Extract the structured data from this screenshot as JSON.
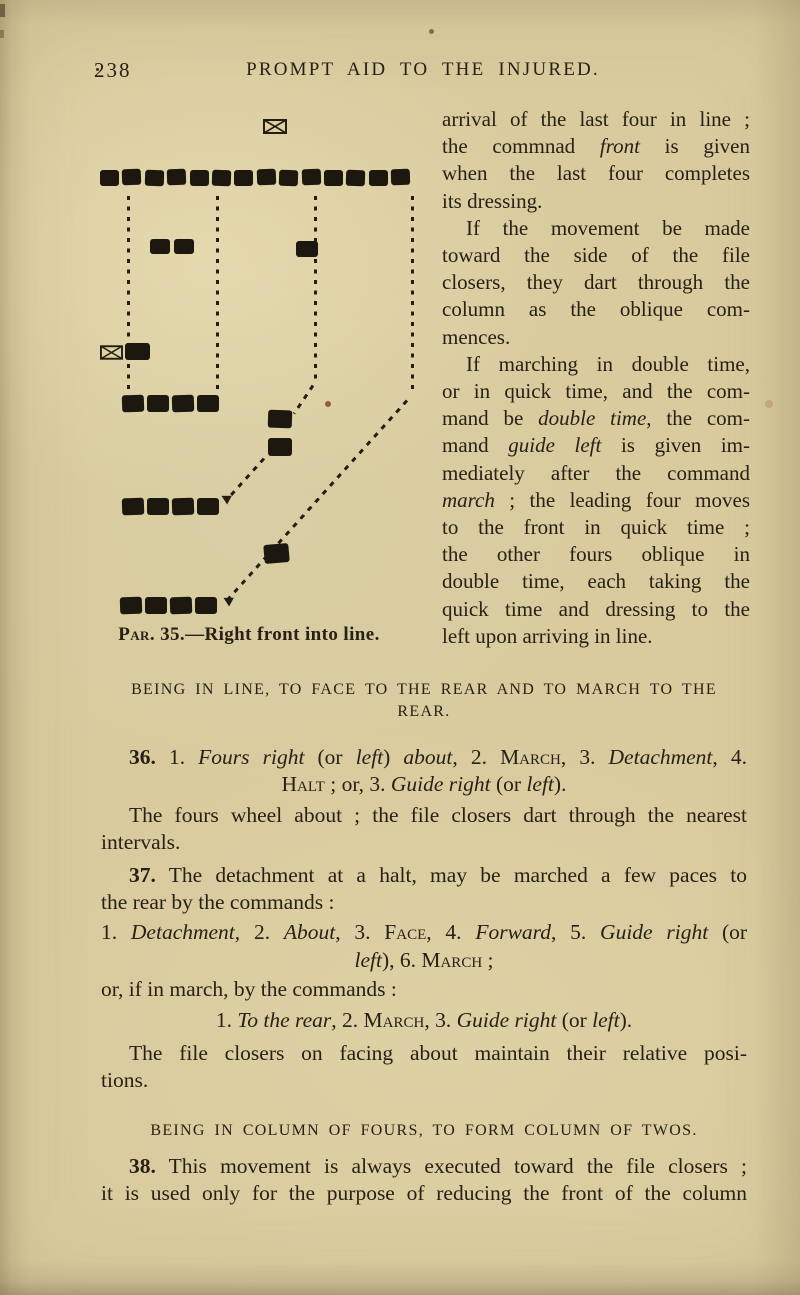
{
  "page": {
    "number": "238",
    "header_title": "PROMPT AID TO THE INJURED."
  },
  "palette": {
    "paper": "#d9cb9e",
    "ink": "#272115",
    "square_ink": "#1c170f"
  },
  "figure": {
    "caption": [
      {
        "t": "Par.",
        "sc": true
      },
      {
        "t": " 35.—Right front into line."
      }
    ],
    "guide_marker_count": 2,
    "top_row_count": 14,
    "pair_count": 2,
    "row1_count": 4,
    "row2_count": 4,
    "row3_count": 4
  },
  "right_column": {
    "lines": [
      {
        "segs": [
          {
            "t": "arrival of the last four in line ;"
          }
        ]
      },
      {
        "segs": [
          {
            "t": "the commnad "
          },
          {
            "t": "front",
            "i": true
          },
          {
            "t": " is given"
          }
        ]
      },
      {
        "segs": [
          {
            "t": "when the last four completes"
          }
        ]
      },
      {
        "segs": [
          {
            "t": "its dressing."
          }
        ]
      },
      {
        "segs": [
          {
            "t": "If the movement be made"
          }
        ]
      },
      {
        "segs": [
          {
            "t": "toward the side of the file"
          }
        ]
      },
      {
        "segs": [
          {
            "t": "closers, they dart through the"
          }
        ]
      },
      {
        "segs": [
          {
            "t": "column as the oblique com-"
          }
        ]
      },
      {
        "segs": [
          {
            "t": "mences."
          }
        ]
      },
      {
        "segs": [
          {
            "t": "If marching in double time,"
          }
        ]
      },
      {
        "segs": [
          {
            "t": "or in quick time, and the com-"
          }
        ]
      },
      {
        "segs": [
          {
            "t": "mand be "
          },
          {
            "t": "double time",
            "i": true
          },
          {
            "t": ", the com-"
          }
        ]
      },
      {
        "segs": [
          {
            "t": "mand "
          },
          {
            "t": "guide left",
            "i": true
          },
          {
            "t": " is given im-"
          }
        ]
      },
      {
        "segs": [
          {
            "t": "mediately after the command"
          }
        ]
      },
      {
        "segs": [
          {
            "t": "march",
            "i": true
          },
          {
            "t": " ; the leading four moves"
          }
        ]
      },
      {
        "segs": [
          {
            "t": "to the front in quick time ;"
          }
        ]
      },
      {
        "segs": [
          {
            "t": "the other fours oblique in"
          }
        ]
      },
      {
        "segs": [
          {
            "t": "double time, each taking the"
          }
        ]
      },
      {
        "segs": [
          {
            "t": "quick time and dressing to the"
          }
        ]
      },
      {
        "segs": [
          {
            "t": "left upon arriving in line."
          }
        ]
      }
    ]
  },
  "section": {
    "heading1": [
      {
        "t": "BEING IN LINE, TO FACE TO THE REAR AND TO MARCH TO THE REAR."
      }
    ],
    "p36_line1": [
      {
        "t": "36.",
        "b": true
      },
      {
        "t": " 1. "
      },
      {
        "t": "Fours right",
        "i": true
      },
      {
        "t": " (or "
      },
      {
        "t": "left",
        "i": true
      },
      {
        "t": ") "
      },
      {
        "t": "about",
        "i": true
      },
      {
        "t": ", 2. "
      },
      {
        "t": "March",
        "sc": true
      },
      {
        "t": ", 3. "
      },
      {
        "t": "Detachment",
        "i": true
      },
      {
        "t": ", 4."
      }
    ],
    "p36_line2": [
      {
        "t": "Halt",
        "sc": true
      },
      {
        "t": " ; or, 3. "
      },
      {
        "t": "Guide right",
        "i": true
      },
      {
        "t": " (or "
      },
      {
        "t": "left",
        "i": true
      },
      {
        "t": ")."
      }
    ],
    "p36a_line1": [
      {
        "t": "The fours wheel about ; the file closers dart through the nearest"
      }
    ],
    "p36a_line2": [
      {
        "t": "intervals."
      }
    ],
    "p37_line1": [
      {
        "t": "37.",
        "b": true
      },
      {
        "t": " The detachment at a halt, may be marched a few paces to"
      }
    ],
    "p37_line2": [
      {
        "t": "the rear by the commands :"
      }
    ],
    "cmd1_line1": [
      {
        "t": "1. "
      },
      {
        "t": "Detachment",
        "i": true
      },
      {
        "t": ", 2. "
      },
      {
        "t": "About",
        "i": true
      },
      {
        "t": ", 3. "
      },
      {
        "t": "Face",
        "sc": true
      },
      {
        "t": ", 4. "
      },
      {
        "t": "Forward",
        "i": true
      },
      {
        "t": ", 5. "
      },
      {
        "t": "Guide right",
        "i": true
      },
      {
        "t": " (or"
      }
    ],
    "cmd1_line2": [
      {
        "t": "left",
        "i": true
      },
      {
        "t": "), 6. "
      },
      {
        "t": "March",
        "sc": true
      },
      {
        "t": " ;"
      }
    ],
    "p37b": [
      {
        "t": "or, if in march, by the commands :"
      }
    ],
    "cmd2": [
      {
        "t": "1. "
      },
      {
        "t": "To the rear",
        "i": true
      },
      {
        "t": ", 2. "
      },
      {
        "t": "March",
        "sc": true
      },
      {
        "t": ", 3. "
      },
      {
        "t": "Guide right",
        "i": true
      },
      {
        "t": " (or "
      },
      {
        "t": "left",
        "i": true
      },
      {
        "t": ")."
      }
    ],
    "p37c_line1": [
      {
        "t": "The file closers on facing about maintain their relative posi-"
      }
    ],
    "p37c_line2": [
      {
        "t": "tions."
      }
    ],
    "heading2": [
      {
        "t": "BEING IN COLUMN OF FOURS, TO FORM COLUMN OF TWOS."
      }
    ],
    "p38_line1": [
      {
        "t": "38.",
        "b": true
      },
      {
        "t": " This movement is always executed toward the file closers ;"
      }
    ],
    "p38_line2": [
      {
        "t": "it is used only for the purpose of reducing the front of the column"
      }
    ]
  }
}
